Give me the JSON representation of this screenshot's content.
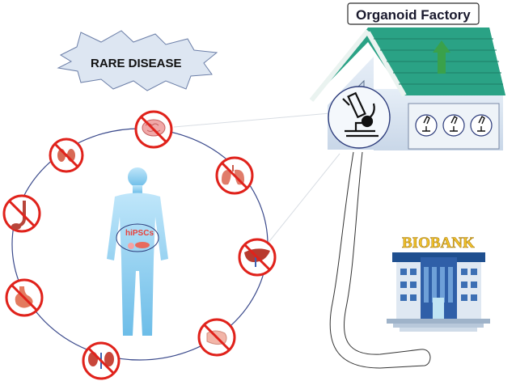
{
  "factory": {
    "title": "Organoid Factory"
  },
  "disease": {
    "label": "RARE DISEASE"
  },
  "body": {
    "cell_label": "hiPSCs"
  },
  "biobank": {
    "label": "BIOBANK"
  },
  "organs": [
    {
      "name": "brain",
      "icon": "brain-icon"
    },
    {
      "name": "lungs",
      "icon": "lungs-icon"
    },
    {
      "name": "liver",
      "icon": "liver-icon"
    },
    {
      "name": "pancreas",
      "icon": "pancreas-icon"
    },
    {
      "name": "kidneys",
      "icon": "kidneys-icon"
    },
    {
      "name": "stomach",
      "icon": "stomach-icon"
    },
    {
      "name": "esophagus",
      "icon": "esophagus-icon"
    },
    {
      "name": "thyroid",
      "icon": "thyroid-icon"
    }
  ],
  "colors": {
    "roof": "#2aa285",
    "roof_dark": "#1d7d66",
    "wall": "#d7e3f0",
    "prohibit": "#e0221b",
    "body": "#8fd0f2",
    "circle": "#3b4a8c",
    "arrow": "#3aa14a",
    "building": "#2f5fa8"
  }
}
